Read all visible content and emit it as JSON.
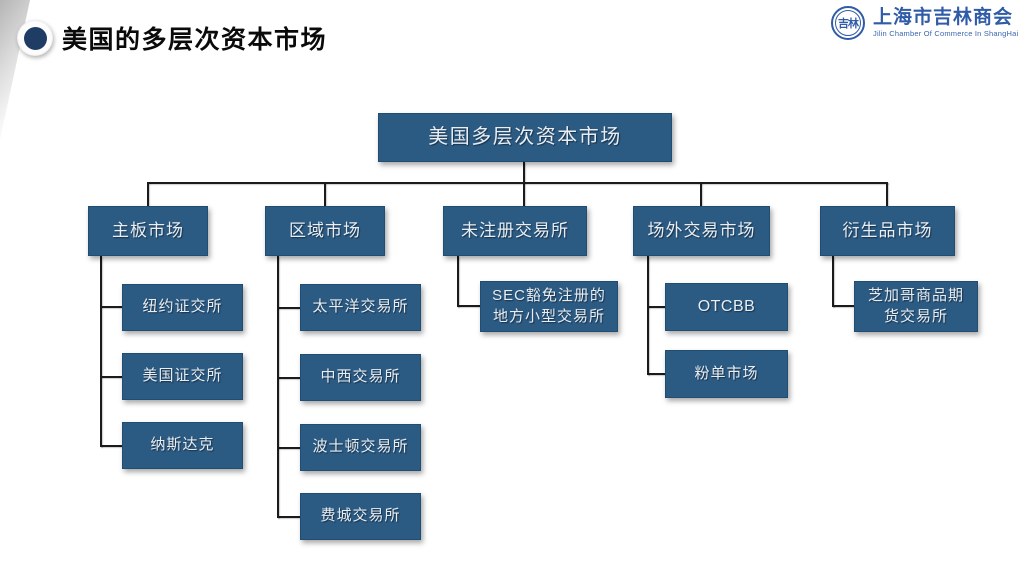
{
  "slide": {
    "title": "美国的多层次资本市场"
  },
  "logo": {
    "seal_text": "吉林",
    "org_name": "上海市吉林商会",
    "org_name_en": "Jilin Chamber Of Commerce In ShangHai"
  },
  "colors": {
    "node_fill": "#2b5a83",
    "node_text": "#e8eef4",
    "connector": "#1b1b1b",
    "logo_blue": "#2f5ba7",
    "bullet_navy": "#1f3c64",
    "title_text": "#0a0a0a"
  },
  "chart": {
    "type": "org-tree",
    "root": {
      "label": "美国多层次资本市场"
    },
    "branches": [
      {
        "label": "主板市场",
        "children": [
          {
            "label": "纽约证交所"
          },
          {
            "label": "美国证交所"
          },
          {
            "label": "纳斯达克"
          }
        ]
      },
      {
        "label": "区域市场",
        "children": [
          {
            "label": "太平洋交易所"
          },
          {
            "label": "中西交易所"
          },
          {
            "label": "波士顿交易所"
          },
          {
            "label": "费城交易所"
          }
        ]
      },
      {
        "label": "未注册交易所",
        "children": [
          {
            "label": "SEC豁免注册的地方小型交易所"
          }
        ]
      },
      {
        "label": "场外交易市场",
        "children": [
          {
            "label": "OTCBB"
          },
          {
            "label": "粉单市场"
          }
        ]
      },
      {
        "label": "衍生品市场",
        "children": [
          {
            "label": "芝加哥商品期货交易所"
          }
        ]
      }
    ]
  }
}
